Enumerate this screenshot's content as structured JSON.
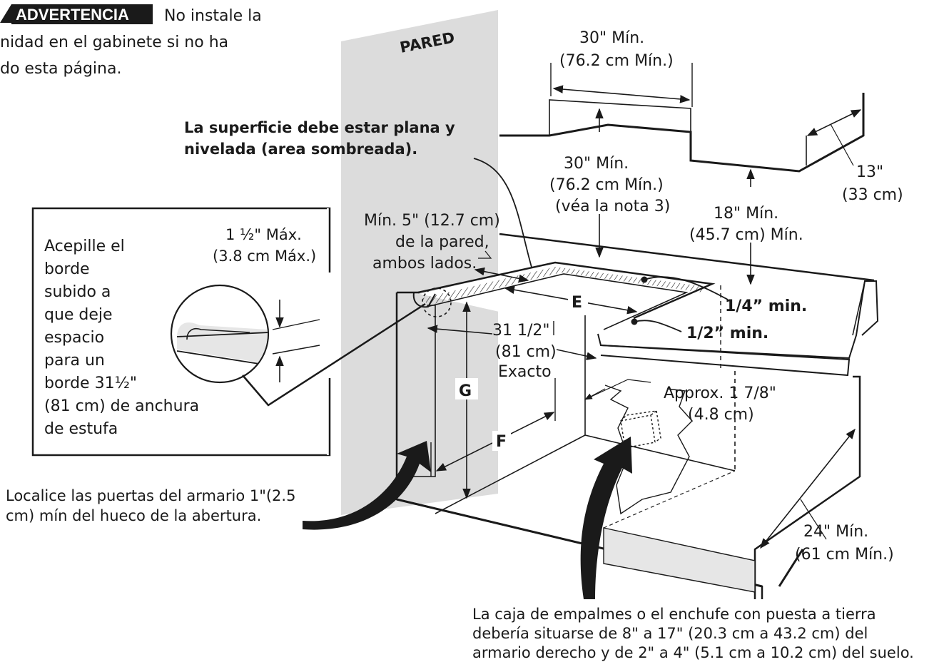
{
  "warning": {
    "badge": "ADVERTENCIA",
    "line1_rest": "No instale la",
    "line2": "nidad en el gabinete si no ha",
    "line3": "do esta página."
  },
  "wall_label": "PARED",
  "top_width": {
    "line1": "30\" Mín.",
    "line2": "(76.2 cm Mín.)"
  },
  "surface_note": {
    "line1": "La superficie debe estar plana y",
    "line2": "nivelada (area sombreada)."
  },
  "center_height": {
    "line1": "30\" Mín.",
    "line2": "(76.2 cm Mín.)",
    "line3": "(véa la nota 3)"
  },
  "upper_cab_height": {
    "line1": "18\" Mín.",
    "line2": "(45.7 cm) Mín."
  },
  "depth_13": {
    "line1": "13\"",
    "line2": "(33 cm)"
  },
  "wall_clearance": {
    "line1": "Mín. 5\" (12.7 cm)",
    "line2": "de la pared,",
    "line3": "ambos lados."
  },
  "inset": {
    "lines": [
      "Acepille el",
      "borde",
      "subido a",
      "que deje",
      "espacio",
      "para un",
      "borde 31½\"",
      " (81 cm) de anchura",
      "de estufa"
    ],
    "max_line1": "1 ½\" Máx.",
    "max_line2": "(3.8 cm Máx.)"
  },
  "dims": {
    "e": "E",
    "f": "F",
    "g": "G",
    "quarter_min": "1/4” min.",
    "half_min": "1/2” min."
  },
  "cutout_width": {
    "line1": "31 1/2\"",
    "line2": "(81 cm)",
    "line3": "Exacto"
  },
  "approx": {
    "line1": "Approx. 1 7/8\"",
    "line2": "(4.8 cm)"
  },
  "door_note": {
    "line1": "Localice las puertas del armario 1\"(2.5",
    "line2": "cm) mín del hueco de la abertura."
  },
  "depth_24": {
    "line1": "24\" Mín.",
    "line2": "(61 cm Mín.)"
  },
  "junction_note": {
    "line1": "La caja de empalmes o el enchufe con puesta a tierra",
    "line2": "debería situarse de 8\" a 17\" (20.3 cm a 43.2 cm) del",
    "line3": "armario derecho y de 2\" a 4\" (5.1 cm a 10.2 cm) del suelo."
  },
  "colors": {
    "wall_gray": "#dcdcdc",
    "ink": "#1a1a1a",
    "shade": "#e6e6e6"
  }
}
